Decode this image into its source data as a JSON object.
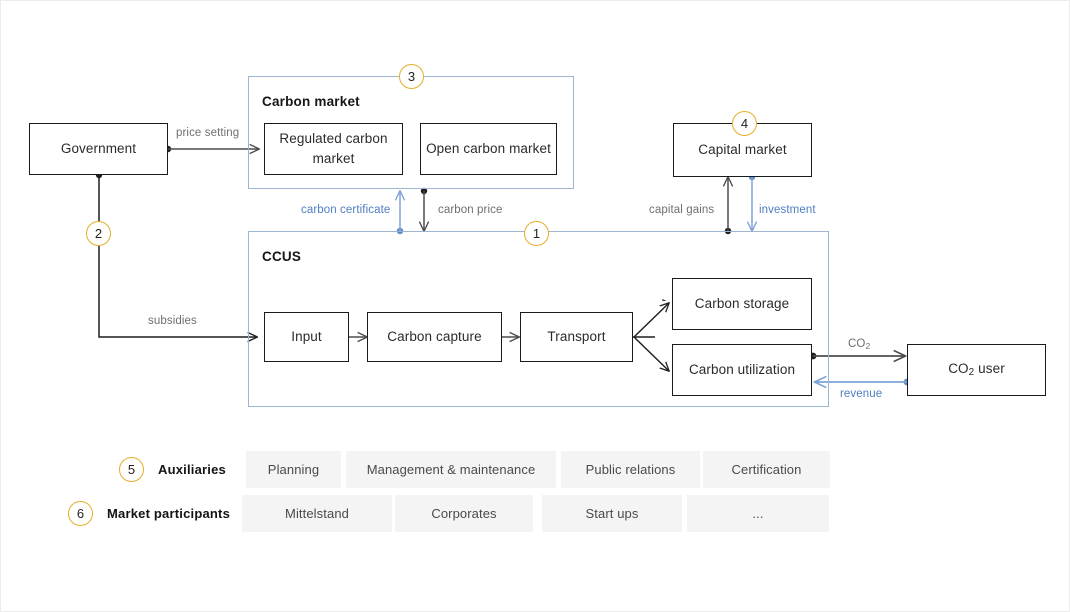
{
  "diagram": {
    "panels": [
      {
        "id": "carbon-market",
        "title": "Carbon market",
        "badge": "3"
      },
      {
        "id": "ccus",
        "title": "CCUS",
        "badge": "1"
      }
    ],
    "nodes": [
      {
        "id": "government",
        "label": "Government"
      },
      {
        "id": "regulated-carbon-market",
        "label": "Regulated carbon market"
      },
      {
        "id": "open-carbon-market",
        "label": "Open carbon market"
      },
      {
        "id": "capital-market",
        "label": "Capital market",
        "badge": "4"
      },
      {
        "id": "input",
        "label": "Input"
      },
      {
        "id": "carbon-capture",
        "label": "Carbon capture"
      },
      {
        "id": "transport",
        "label": "Transport"
      },
      {
        "id": "carbon-storage",
        "label": "Carbon storage"
      },
      {
        "id": "carbon-utilization",
        "label": "Carbon utilization"
      },
      {
        "id": "co2-user",
        "label": "CO2 user"
      }
    ],
    "edges": [
      {
        "id": "price-setting",
        "label": "price setting",
        "color": "dark",
        "from": "government",
        "to": "regulated-carbon-market"
      },
      {
        "id": "subsidies",
        "label": "subsidies",
        "color": "dark",
        "from": "government",
        "to": "input"
      },
      {
        "id": "carbon-certificate",
        "label": "carbon certificate",
        "color": "blue",
        "from": "ccus",
        "to": "carbon-market"
      },
      {
        "id": "carbon-price",
        "label": "carbon price",
        "color": "dark",
        "from": "carbon-market",
        "to": "ccus"
      },
      {
        "id": "capital-gains",
        "label": "capital gains",
        "color": "dark",
        "from": "ccus",
        "to": "capital-market"
      },
      {
        "id": "investment",
        "label": "investment",
        "color": "blue",
        "from": "capital-market",
        "to": "ccus"
      },
      {
        "id": "co2",
        "label": "CO2",
        "color": "dark",
        "from": "carbon-utilization",
        "to": "co2-user"
      },
      {
        "id": "revenue",
        "label": "revenue",
        "color": "blue",
        "from": "co2-user",
        "to": "carbon-utilization"
      }
    ],
    "badges": {
      "ccus": "1",
      "government_subsidies": "2",
      "carbon_market": "3",
      "capital_market": "4",
      "auxiliaries": "5",
      "market_participants": "6"
    },
    "rows": [
      {
        "id": "auxiliaries",
        "badge": "5",
        "label": "Auxiliaries",
        "chips": [
          "Planning",
          "Management & maintenance",
          "Public relations",
          "Certification"
        ]
      },
      {
        "id": "market-participants",
        "badge": "6",
        "label": "Market participants",
        "chips": [
          "Mittelstand",
          "Corporates",
          "Start ups",
          "..."
        ]
      }
    ],
    "colors": {
      "panel_border": "#9db4d2",
      "node_border": "#1a1a1a",
      "accent_badge": "#e3ae2b",
      "arrow_dark": "#4d4d4d",
      "arrow_blue": "#7ea3d8",
      "chip_bg": "#f4f4f4",
      "label_gray": "#6f6f6f",
      "label_blue": "#4f7dc0"
    }
  }
}
